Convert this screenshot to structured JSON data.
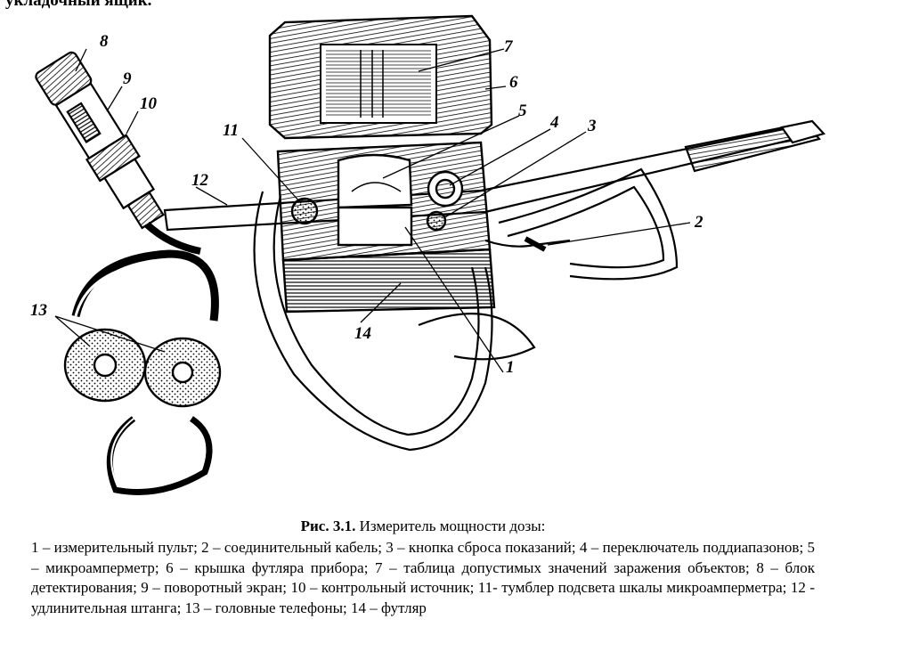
{
  "top_fragment": "укладочный ящик.",
  "figure": {
    "callouts": [
      "1",
      "2",
      "3",
      "4",
      "5",
      "6",
      "7",
      "8",
      "9",
      "10",
      "11",
      "12",
      "13",
      "14"
    ]
  },
  "caption": {
    "title": "Рис. 3.1.",
    "subtitle": "Измеритель мощности дозы:",
    "legend": "1 – измерительный пульт; 2 – соединительный кабель; 3 – кнопка сброса показаний; 4 – переключатель поддиапазонов; 5 – микроамперметр; 6 – крышка футляра прибора; 7 – таблица допустимых значений заражения объектов; 8 – блок детектирования; 9 – поворотный экран; 10 – контрольный источник; 11- тумблер подсвета шкалы микроамперметра; 12 - удлинительная штанга; 13 – головные телефоны; 14 – футляр"
  }
}
